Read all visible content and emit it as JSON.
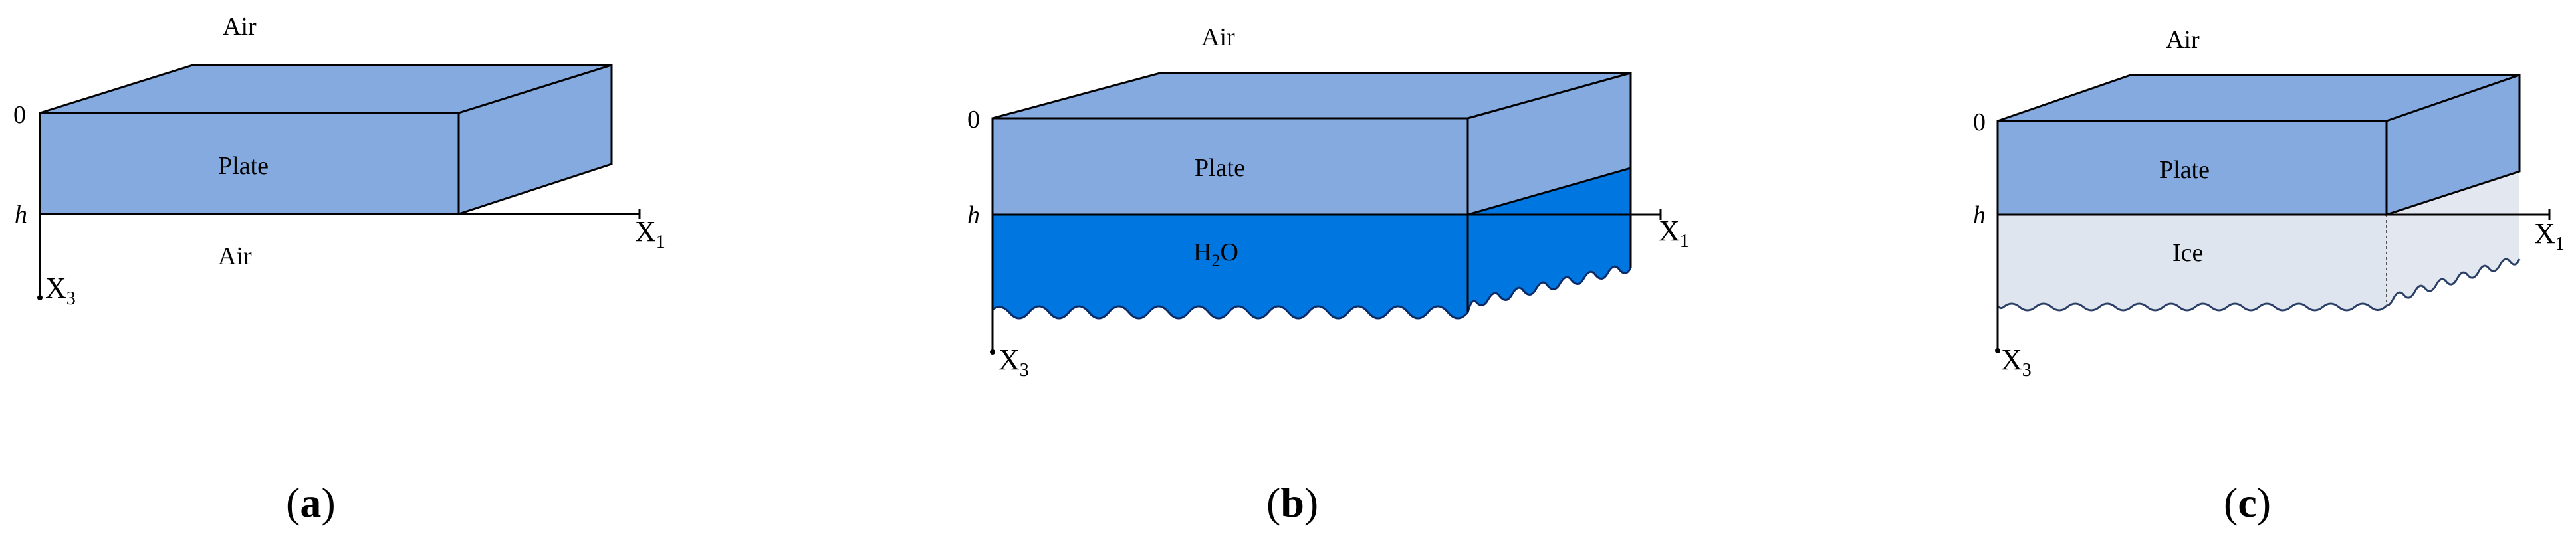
{
  "colors": {
    "plate_front": "#84aadf",
    "plate_top": "#84aadf",
    "plate_side": "#84aadf",
    "water_front": "#0077e0",
    "water_side": "#0077e0",
    "ice_front": "#dfe5ef",
    "ice_side": "#e3e8f0",
    "edge": "#000000"
  },
  "panel_a": {
    "air_top": "Air",
    "air_bottom": "Air",
    "plate": "Plate",
    "zero": "0",
    "h": "h",
    "x1": "X",
    "x1_sub": "1",
    "x3": "X",
    "x3_sub": "3",
    "caption_open": "(",
    "caption_letter": "a",
    "caption_close": ")"
  },
  "panel_b": {
    "air_top": "Air",
    "plate": "Plate",
    "medium_main": "H",
    "medium_sub": "2",
    "medium_tail": "O",
    "zero": "0",
    "h": "h",
    "x1": "X",
    "x1_sub": "1",
    "x3": "X",
    "x3_sub": "3",
    "caption_open": "(",
    "caption_letter": "b",
    "caption_close": ")"
  },
  "panel_c": {
    "air_top": "Air",
    "plate": "Plate",
    "medium": "Ice",
    "zero": "0",
    "h": "h",
    "x1": "X",
    "x1_sub": "1",
    "x3": "X",
    "x3_sub": "3",
    "caption_open": "(",
    "caption_letter": "c",
    "caption_close": ")"
  }
}
